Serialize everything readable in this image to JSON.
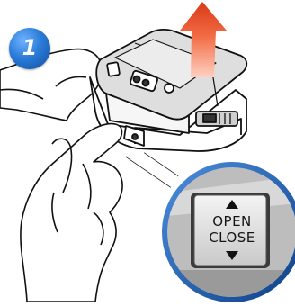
{
  "step_badge": {
    "number": "1",
    "color": "#2a7cd8"
  },
  "arrow": {
    "direction": "up",
    "color": "#e8471f"
  },
  "callout": {
    "accent_color": "#1f5fb0",
    "button": {
      "line1": "OPEN",
      "line2": "CLOSE",
      "icons": [
        "triangle-up-icon",
        "triangle-down-icon"
      ]
    }
  }
}
